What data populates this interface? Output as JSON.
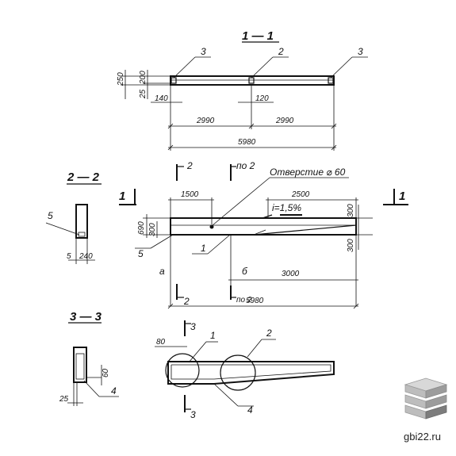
{
  "sections": {
    "s11": "1 — 1",
    "s22": "2 — 2",
    "s33": "3 — 3"
  },
  "callouts": {
    "c3a": "3",
    "c2": "2",
    "c3b": "3",
    "c5a": "5",
    "c5b": "5",
    "c1a": "1",
    "c1b": "1",
    "c2b": "2",
    "c4a": "4",
    "c4b": "4"
  },
  "markers": {
    "m1_left": "1",
    "m1_right": "1",
    "m2_top": "2",
    "m2_bottom": "2",
    "mpo2_top": "по 2",
    "mpo2_bottom": "по 2",
    "m3_top": "3",
    "m3_bottom": "3"
  },
  "notes": {
    "hole": "Отверстие ⌀ 60",
    "slope": "i=1,5%",
    "a": "а",
    "b": "б"
  },
  "dims": {
    "d250": "250",
    "d200": "200",
    "d25a": "25",
    "d140": "140",
    "d120": "120",
    "d2990a": "2990",
    "d2990b": "2990",
    "d5980a": "5980",
    "d1500": "1500",
    "d2500": "2500",
    "d690": "690",
    "d300a": "300",
    "d300b": "300",
    "d300c": "300",
    "d3000": "3000",
    "d5980b": "5980",
    "d5": "5",
    "d240": "240",
    "d80": "80",
    "d60": "60",
    "d25b": "25"
  },
  "watermark": "gbi22.ru",
  "colors": {
    "ink": "#111111",
    "logo_light": "#cfcfcf",
    "logo_mid": "#a9a9a9",
    "logo_dark": "#7d7d7d"
  }
}
